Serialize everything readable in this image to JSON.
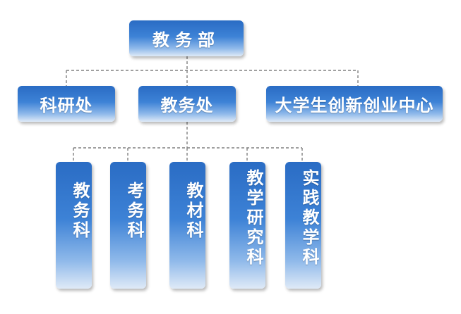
{
  "root": {
    "label": "教务部"
  },
  "level1": [
    {
      "label": "科研处"
    },
    {
      "label": "教务处"
    },
    {
      "label": "大学生创新创业中心"
    }
  ],
  "level2": [
    {
      "label": "教务科"
    },
    {
      "label": "考务科"
    },
    {
      "label": "教材科"
    },
    {
      "label": "教学研究科"
    },
    {
      "label": "实践教学科"
    }
  ],
  "colors": {
    "box_top": "#2a6cc4",
    "box_bottom": "#dfeaf7",
    "connector": "#808080",
    "text": "#ffffff"
  }
}
